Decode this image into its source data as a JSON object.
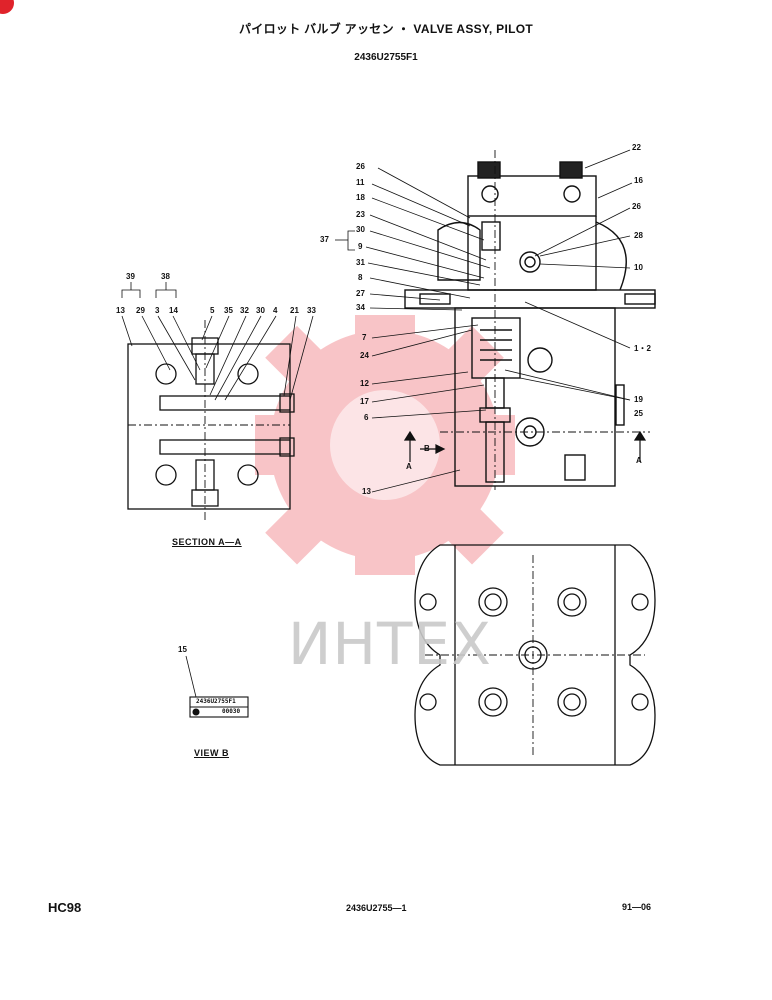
{
  "title": "パイロット バルブ アッセン ・ VALVE ASSY, PILOT",
  "part_number": "2436U2755F1",
  "watermark_text": "ИНТЕХ",
  "section_caption": "SECTION A—A",
  "view_caption": "VIEW B",
  "callouts_main": [
    "22",
    "16",
    "26",
    "11",
    "18",
    "23",
    "30",
    "37",
    "9",
    "31",
    "8",
    "27",
    "34",
    "26",
    "28",
    "10",
    "7",
    "24",
    "1・2",
    "12",
    "17",
    "19",
    "25",
    "6",
    "13"
  ],
  "section_marks": {
    "a_left": "A",
    "b": "B",
    "a_right": "A"
  },
  "callouts_section": {
    "top_groups": [
      "39",
      "38"
    ],
    "row": [
      "13",
      "29",
      "3",
      "14",
      "5",
      "35",
      "32",
      "30",
      "4",
      "21",
      "33"
    ]
  },
  "view_b": {
    "callout": "15",
    "plate_line1": "2436U2755F1",
    "plate_line2": "00030"
  },
  "footer": {
    "model": "HC98",
    "page_ref": "2436U2755—1",
    "date": "91—06"
  },
  "colors": {
    "ink": "#111111",
    "watermark_red": "#e8303a",
    "watermark_grey": "#c9c9c9"
  }
}
